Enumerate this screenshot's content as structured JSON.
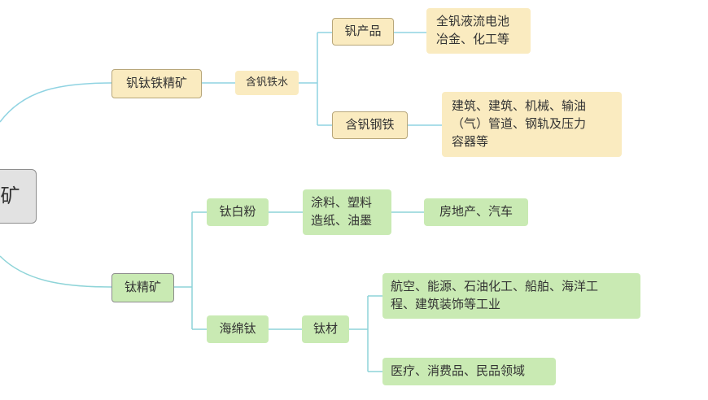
{
  "root": {
    "label": "矿"
  },
  "vanadium": {
    "main": "钒钛铁精矿",
    "sub": "含钒铁水",
    "products": [
      {
        "label": "钒产品",
        "use": "全钒液流电池\n冶金、化工等"
      },
      {
        "label": "含钒钢铁",
        "use": "建筑、建筑、机械、输油\n（气）管道、钢轨及压力\n容器等"
      }
    ]
  },
  "titanium": {
    "main": "钛精矿",
    "white": {
      "label": "钛白粉",
      "use": "涂料、塑料\n造纸、油墨",
      "sector": "房地产、汽车"
    },
    "sponge": {
      "label": "海绵钛",
      "material": "钛材",
      "uses": [
        "航空、能源、石油化工、船舶、海洋工\n程、建筑装饰等工业",
        "医疗、消费品、民品领域"
      ]
    }
  },
  "colors": {
    "line_vanadium": "#8fd3e2",
    "line_titanium": "#8ed4d8",
    "yellow_fill": "#faebc0",
    "green_fill": "#c9eab3",
    "root_fill": "#e2e2e2"
  }
}
